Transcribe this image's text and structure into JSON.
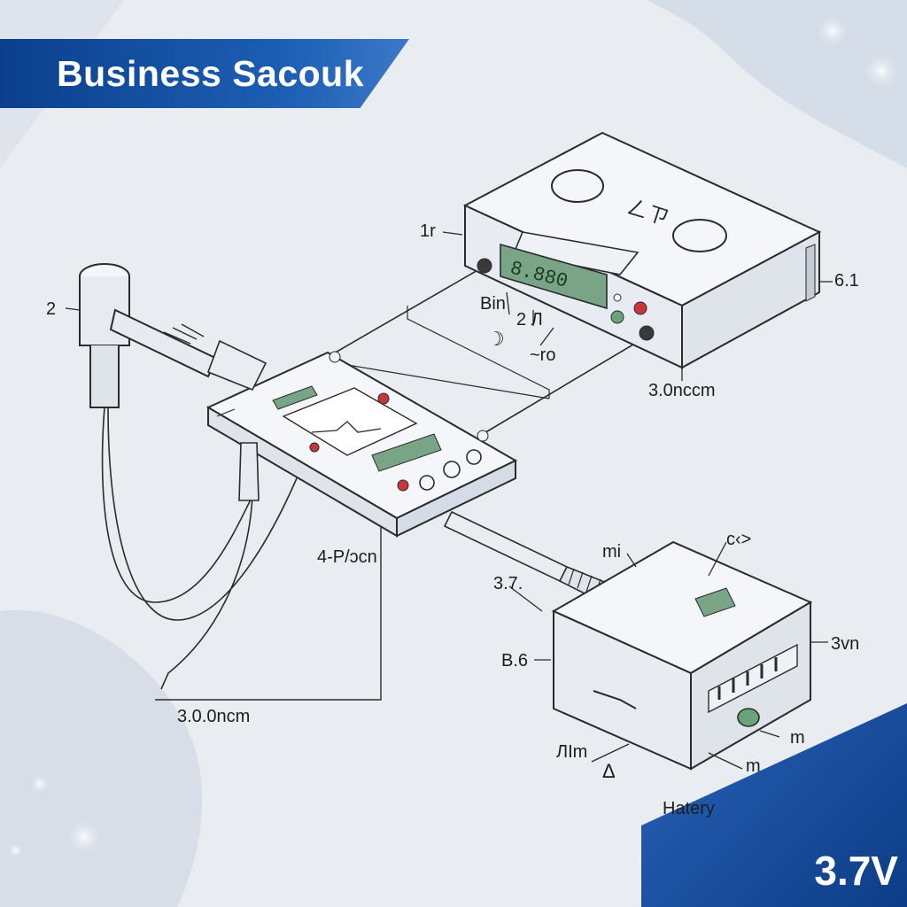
{
  "banner": {
    "title": "Business Sacouk"
  },
  "corner_badge": {
    "text": "3.7V"
  },
  "device_top": {
    "display": "8.880",
    "top_marks": "ㄥㄗ"
  },
  "labels": {
    "l_1r": "1r",
    "l_61": "6.1",
    "l_bin": "Bin",
    "l_2n": "2 Л",
    "l_ro": "~ro",
    "l_30nccm": "3.0nccm",
    "l_2": "2",
    "l_4pcn": "4-P/ɔcn",
    "l_300ncm": "3.0.0ncm",
    "l_37": "3.7.",
    "l_mi": "mi",
    "l_cd": "c‹>",
    "l_b6": "B.6",
    "l_3vn": "3vn",
    "l_m1": "m",
    "l_m2": "m",
    "l_flm": "ЛIm",
    "l_hatery": "Hatery"
  },
  "colors": {
    "background": "#e9ecf1",
    "banner": "#1d5fb4",
    "lcd": "#7aa486",
    "line": "#2b2b2b",
    "device_fill": "#f4f6f9",
    "led_red": "#c8363c"
  }
}
